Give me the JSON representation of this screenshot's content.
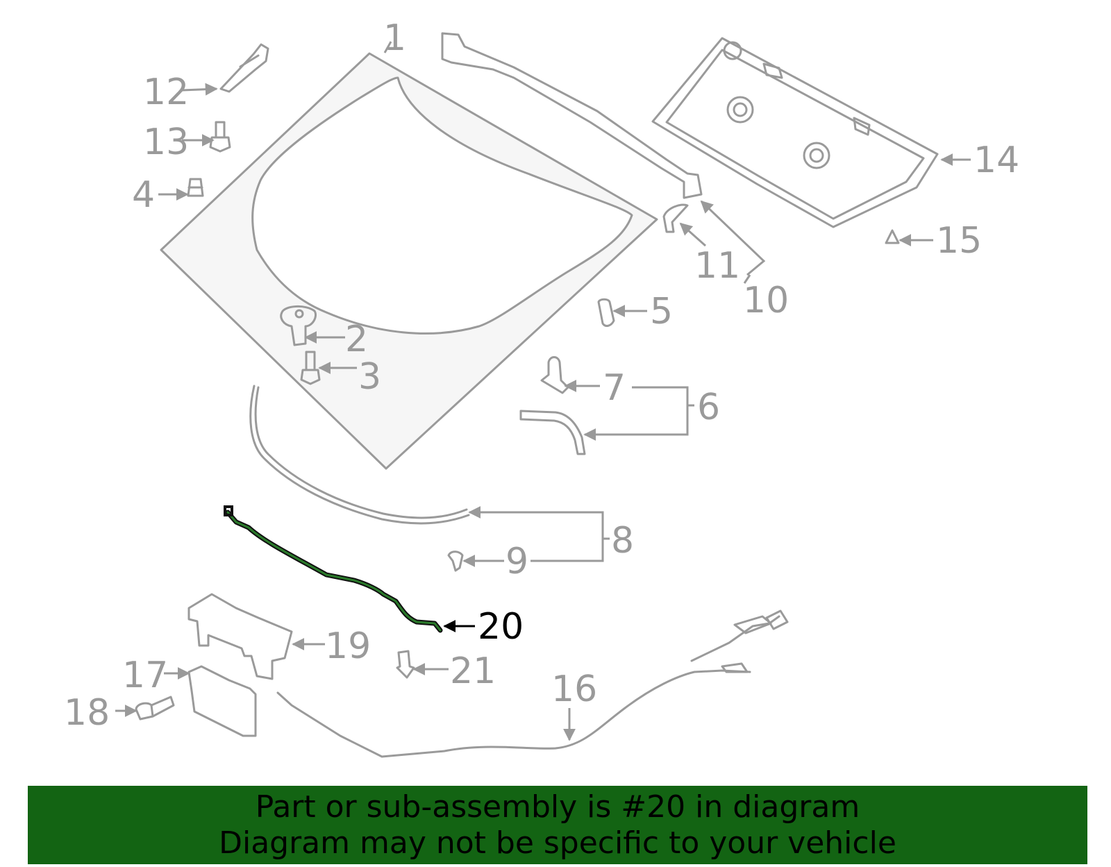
{
  "diagram": {
    "highlight_part": "20",
    "callouts": [
      "1",
      "2",
      "3",
      "4",
      "5",
      "6",
      "7",
      "8",
      "9",
      "10",
      "11",
      "12",
      "13",
      "14",
      "15",
      "16",
      "17",
      "18",
      "19",
      "20",
      "21"
    ]
  },
  "banner": {
    "line1": "Part or sub-assembly is #20 in diagram",
    "line2": "Diagram may not be specific to your vehicle",
    "background": "#136413"
  }
}
